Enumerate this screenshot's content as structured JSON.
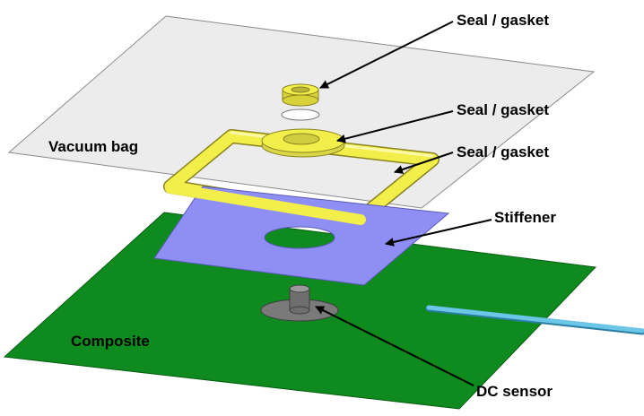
{
  "labels": {
    "seal_gasket_top": "Seal / gasket",
    "seal_gasket_middle": "Seal / gasket",
    "seal_gasket_frame": "Seal / gasket",
    "vacuum_bag": "Vacuum bag",
    "stiffener": "Stiffener",
    "composite": "Composite",
    "dc_sensor": "DC sensor"
  },
  "colors": {
    "vacuum_bag": "#ececec",
    "seal": "#f2ef4a",
    "stiffener": "#8e8ef5",
    "composite": "#0f8a1f",
    "sensor": "#7a7a7a",
    "cable": "#6cc6e8"
  }
}
